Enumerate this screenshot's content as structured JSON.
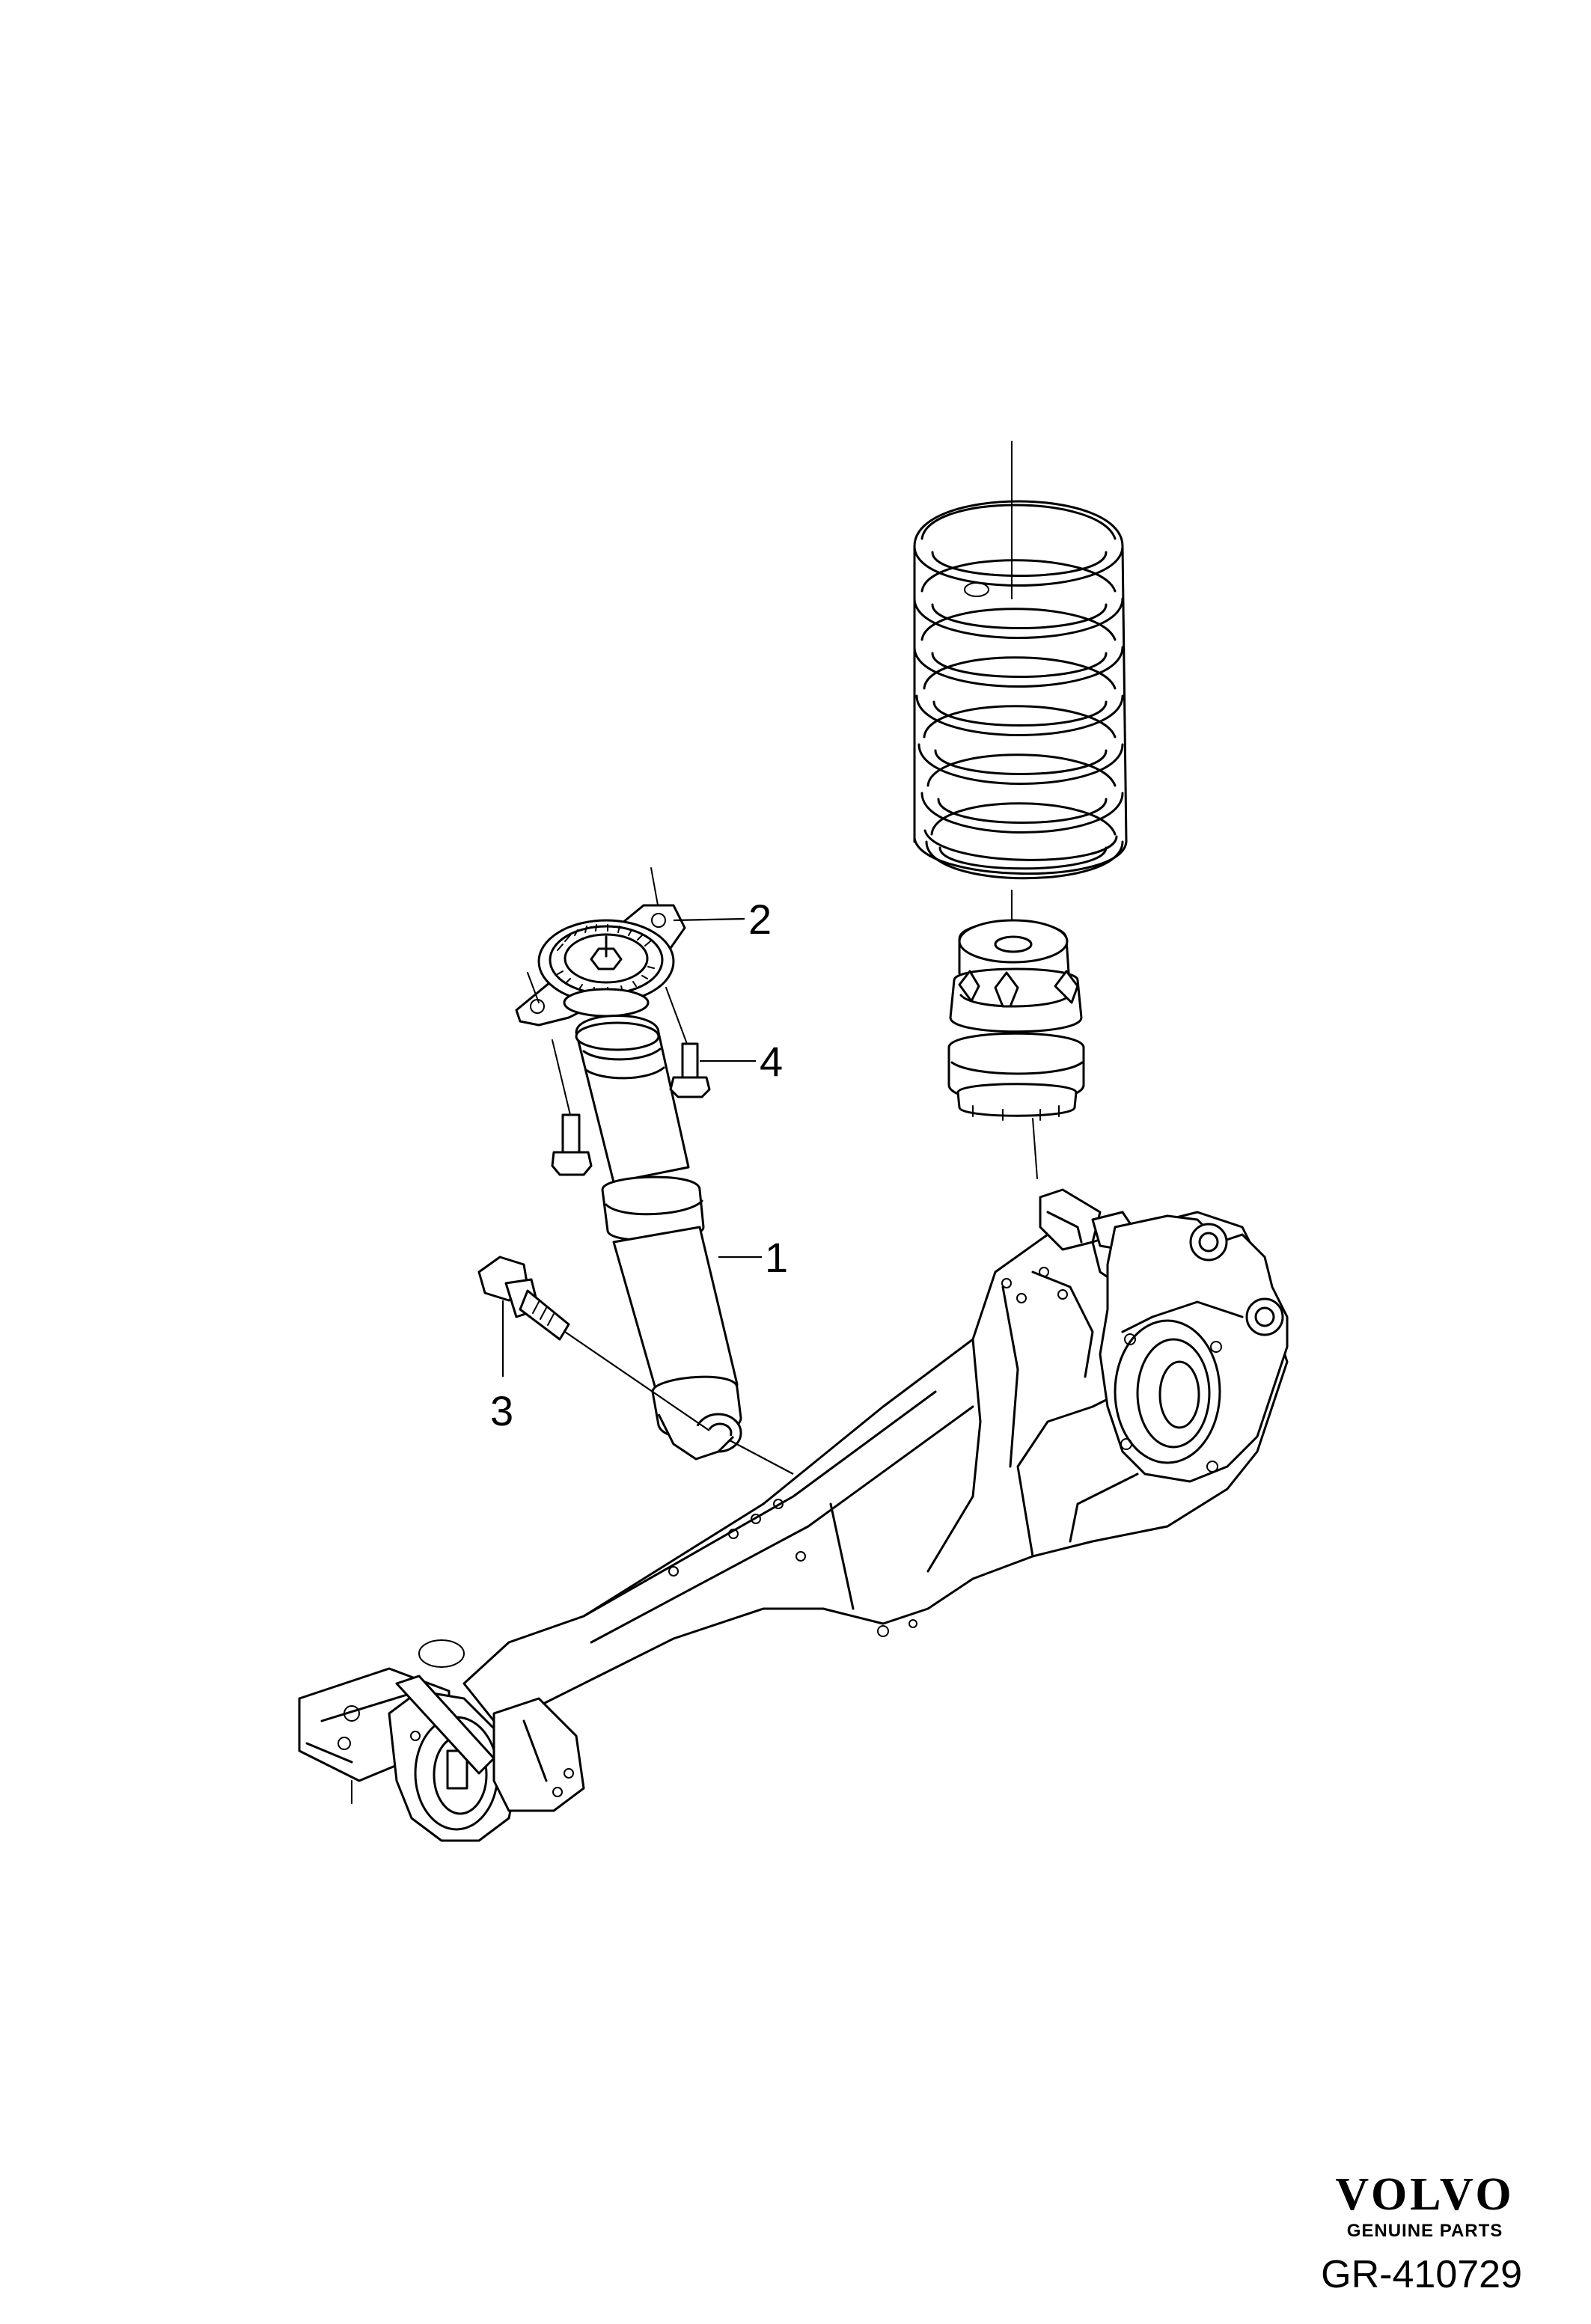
{
  "diagram": {
    "callouts": {
      "shock_absorber": "1",
      "top_mount": "2",
      "lower_bolt": "3",
      "mount_bolt": "4"
    }
  },
  "brand": {
    "logo": "VOLVO",
    "tagline": "GENUINE PARTS"
  },
  "reference": "GR-410729"
}
